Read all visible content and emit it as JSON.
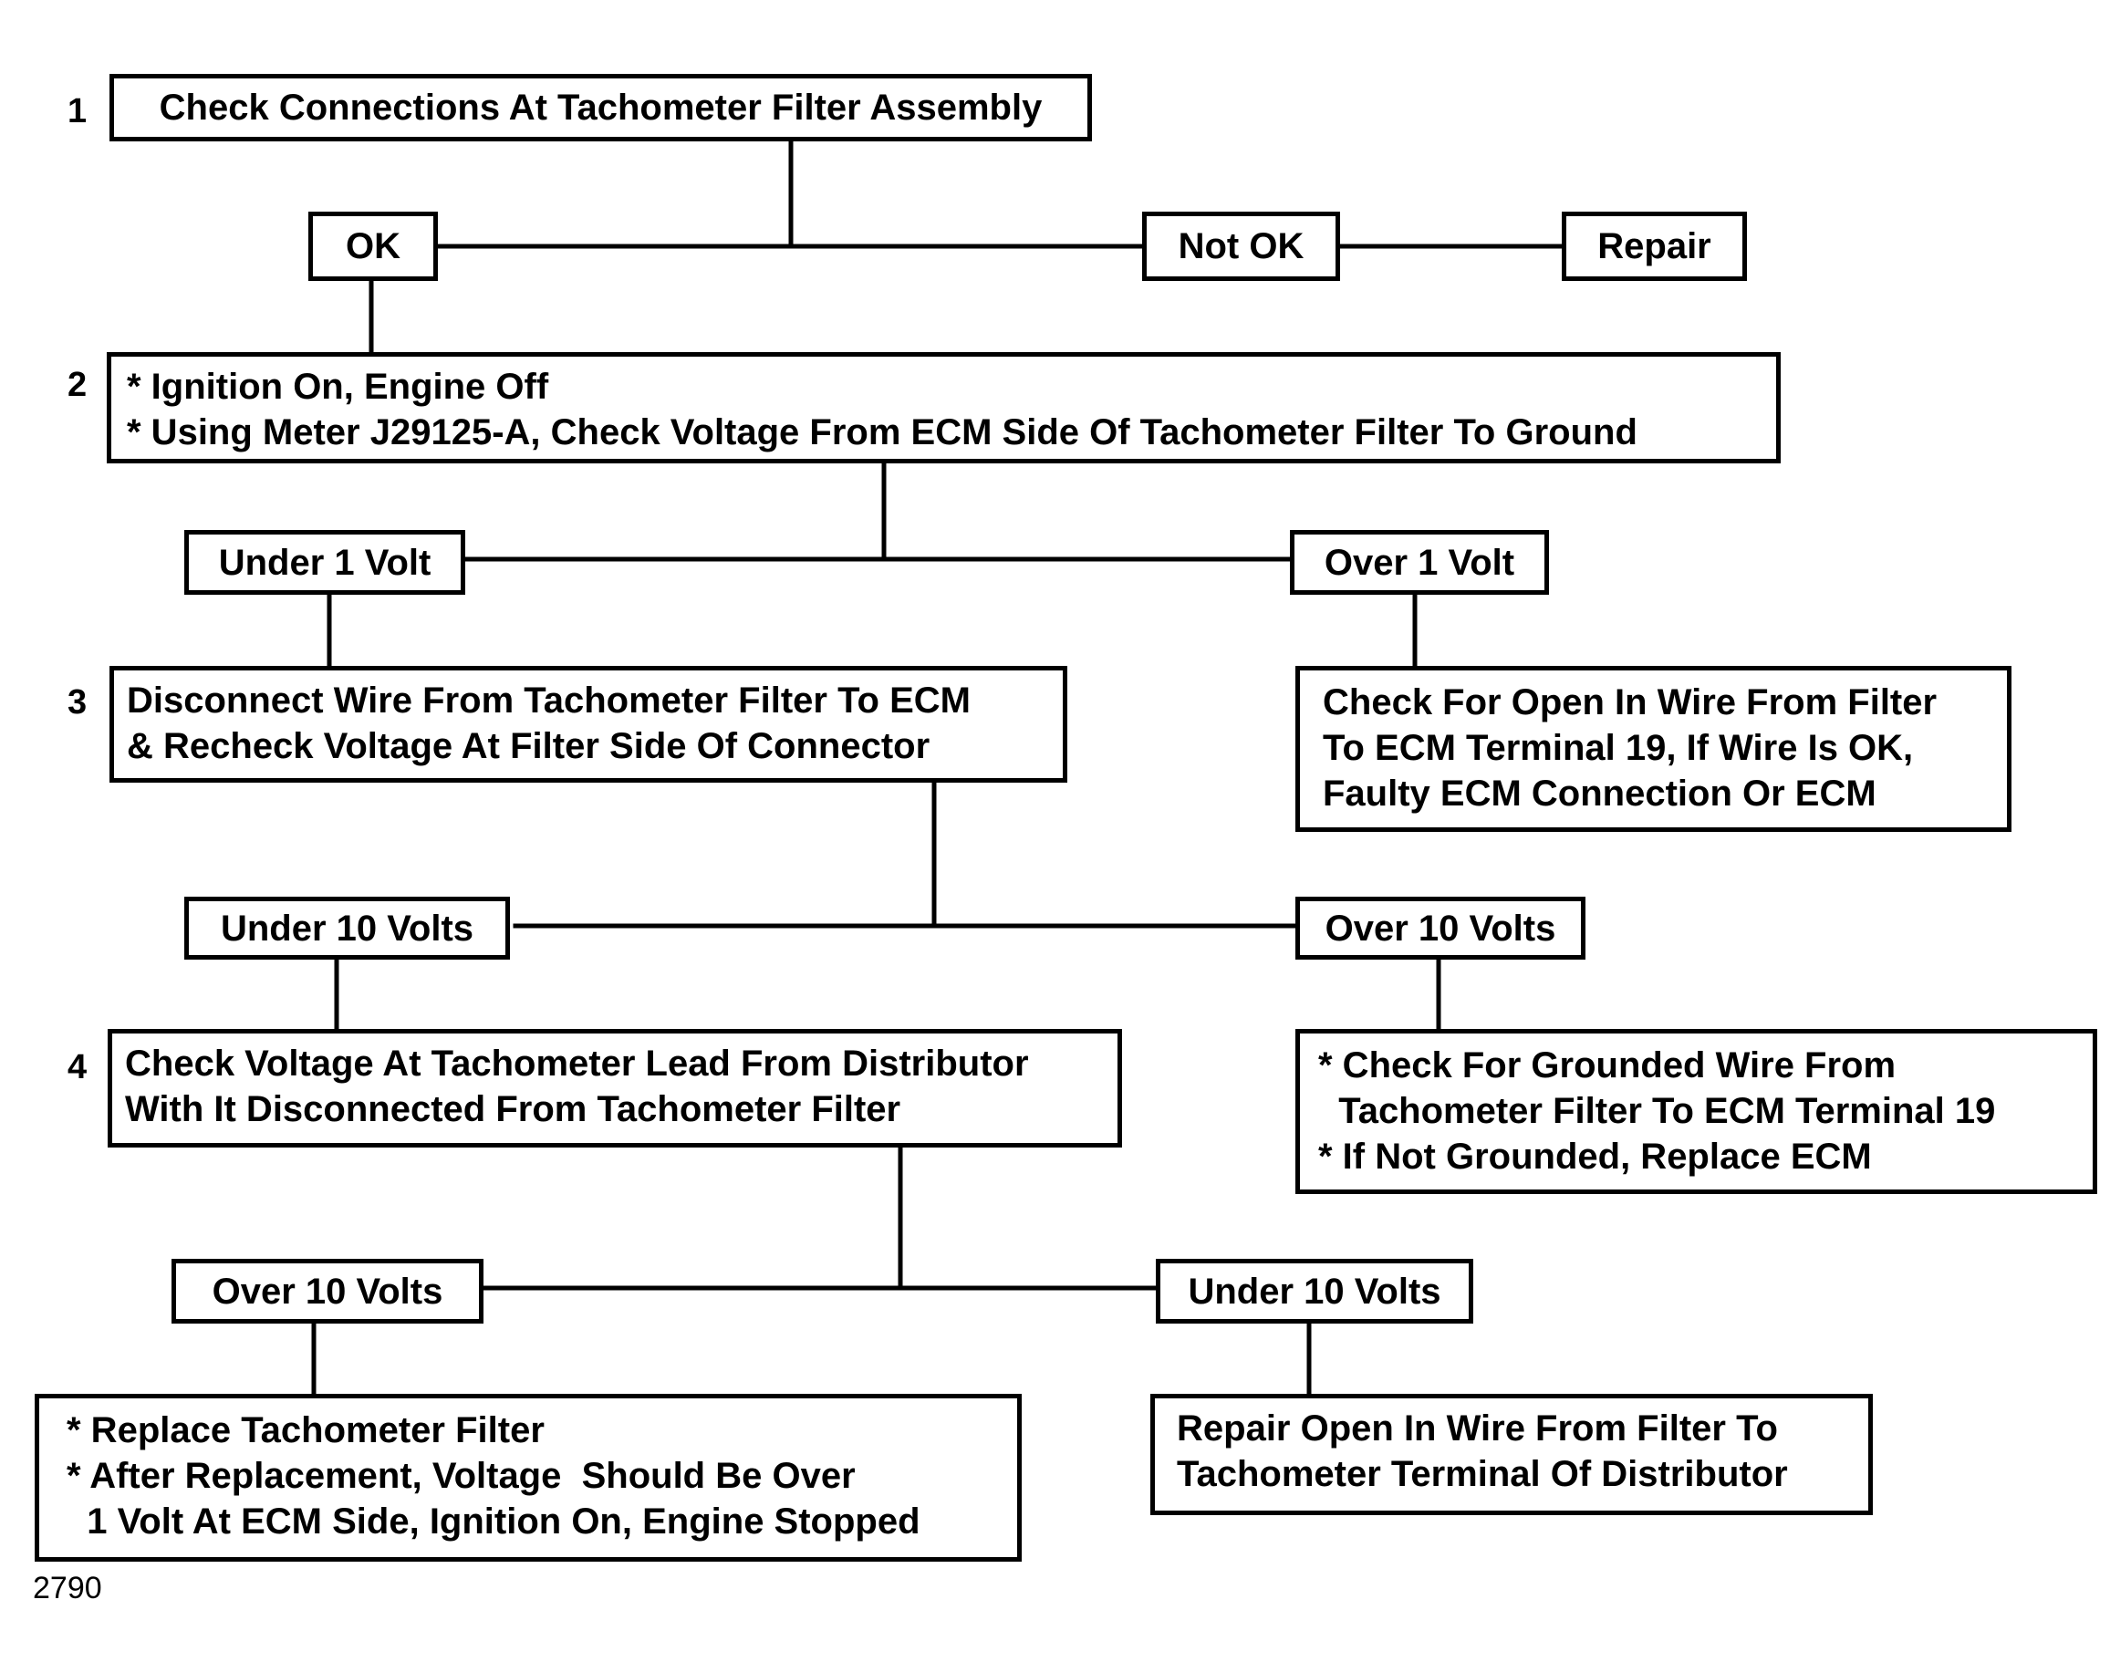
{
  "steps": [
    "1",
    "2",
    "3",
    "4"
  ],
  "step1": {
    "title": "Check Connections At Tachometer Filter Assembly"
  },
  "step1_branches": {
    "ok": "OK",
    "not_ok": "Not OK",
    "repair": "Repair"
  },
  "step2": {
    "lines": [
      "* Ignition On, Engine Off",
      "* Using Meter J29125-A, Check Voltage From ECM Side Of Tachometer Filter To Ground"
    ]
  },
  "step2_branches": {
    "under": "Under 1 Volt",
    "over": "Over 1 Volt"
  },
  "over1_result": {
    "lines": [
      "Check For Open In Wire From Filter",
      "To ECM Terminal 19, If Wire Is OK,",
      "Faulty ECM Connection Or ECM"
    ]
  },
  "step3": {
    "lines": [
      "Disconnect Wire From Tachometer Filter To ECM",
      "& Recheck Voltage At Filter Side Of Connector"
    ]
  },
  "step3_branches": {
    "under": "Under 10 Volts",
    "over": "Over 10 Volts"
  },
  "over10_result": {
    "lines": [
      "* Check For Grounded Wire From",
      "  Tachometer Filter To ECM Terminal 19",
      "* If Not Grounded, Replace ECM"
    ]
  },
  "step4": {
    "lines": [
      "Check Voltage At Tachometer Lead From Distributor",
      "With It Disconnected From Tachometer Filter"
    ]
  },
  "step4_branches": {
    "over": "Over 10 Volts",
    "under": "Under 10 Volts"
  },
  "step4_over_result": {
    "lines": [
      "* Replace Tachometer Filter",
      "* After Replacement, Voltage  Should Be Over",
      "  1 Volt At ECM Side, Ignition On, Engine Stopped"
    ]
  },
  "step4_under_result": {
    "lines": [
      "Repair Open In Wire From Filter To",
      "Tachometer Terminal Of Distributor"
    ]
  },
  "figure_number": "2790"
}
